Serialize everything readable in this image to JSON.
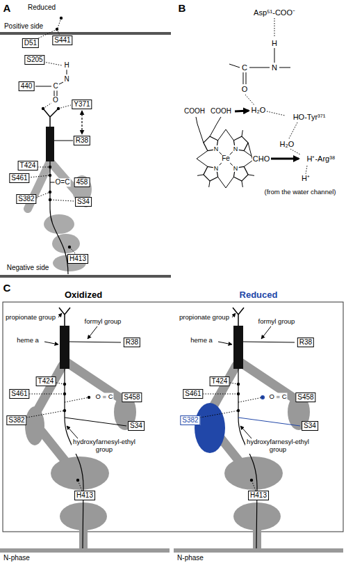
{
  "diagram": {
    "nodes": [
      {
        "text": [
          "D51"
        ]
      },
      {
        "text": [
          "S441"
        ]
      },
      {
        "text": [
          "S205"
        ]
      },
      {
        "text": [
          "440"
        ]
      },
      {
        "text": [
          "Y371"
        ]
      },
      {
        "text": [
          "R38"
        ]
      },
      {
        "text": [
          "T424"
        ]
      },
      {
        "text": [
          "S461"
        ]
      },
      {
        "text": [
          "458"
        ]
      },
      {
        "text": [
          "S382"
        ]
      },
      {
        "text": [
          "S34"
        ]
      },
      {
        "text": [
          "H413"
        ]
      },
      {
        "text": [
          "R38"
        ]
      },
      {
        "text": [
          "T424"
        ]
      },
      {
        "text": [
          "S461"
        ]
      },
      {
        "text": [
          "S458"
        ]
      },
      {
        "text": [
          "S382"
        ]
      },
      {
        "text": [
          "S34"
        ]
      },
      {
        "text": [
          "H413"
        ]
      },
      {
        "text": [
          "R38"
        ]
      },
      {
        "text": [
          "T424"
        ]
      },
      {
        "text": [
          "S461"
        ]
      },
      {
        "text": [
          "S458"
        ]
      },
      {
        "text": [
          "S382"
        ]
      },
      {
        "text": [
          "S34"
        ]
      },
      {
        "text": [
          "H413"
        ]
      }
    ],
    "edges": [
      {
        "from": 4,
        "to": 5,
        "arrow": "both"
      }
    ],
    "labels": [
      "A",
      "Reduced",
      "Positive side",
      "H",
      "N",
      "C",
      "O",
      "O=C",
      "Negative side",
      "B",
      "Asp⁵¹-COO⁻",
      "H",
      "N",
      "C",
      "O",
      "H₂O",
      "COOH",
      "COOH",
      "HO-Tyr³⁷¹",
      "H₂O",
      "N",
      "N",
      "Fe",
      "N",
      "N",
      "CHO",
      "H⁺-Arg³⁸",
      "H⁺",
      "(from the water channel)",
      "C",
      "Oxidized",
      "Reduced",
      "propionate group",
      "formyl group",
      "heme a",
      "O = C",
      "hydroxyfarnesyl-ethyl group",
      "N-phase",
      "propionate group",
      "formyl group",
      "heme a",
      "O = C",
      "hydroxyfarnesyl-ethyl group",
      "N-phase"
    ]
  }
}
